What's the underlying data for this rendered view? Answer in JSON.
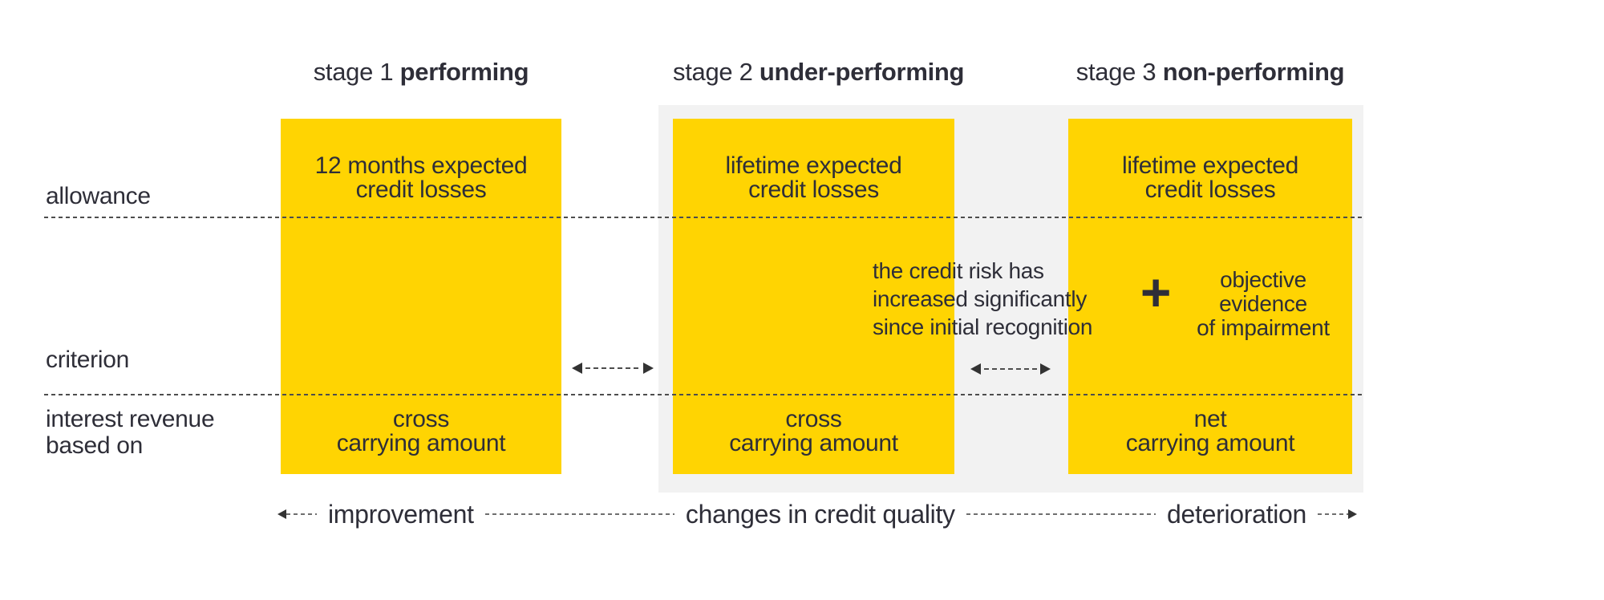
{
  "colors": {
    "yellow": "#FFD402",
    "band": "#F2F2F2",
    "ink": "#2E2E38",
    "dash": "#4D4D4D",
    "dash_light": "#6E6E6E",
    "arrow": "#333333"
  },
  "stages": [
    {
      "stage_label": "stage 1",
      "status": "performing",
      "allowance": "12 months expected\ncredit losses",
      "interest_base": "cross\ncarrying amount"
    },
    {
      "stage_label": "stage 2",
      "status": "under-performing",
      "allowance": "lifetime expected\ncredit losses",
      "interest_base": "cross\ncarrying amount"
    },
    {
      "stage_label": "stage 3",
      "status": "non-performing",
      "allowance": "lifetime expected\ncredit losses",
      "interest_base": "net\ncarrying amount"
    }
  ],
  "row_labels": {
    "allowance": "allowance",
    "criterion": "criterion",
    "interest": "interest revenue\nbased on"
  },
  "criterion_annotation": {
    "risk_text": "the credit risk has\nincreased significantly\nsince initial recognition",
    "plus": "+",
    "objective_text": "objective\nevidence\nof impairment"
  },
  "bottom_axis": {
    "left_label": "improvement",
    "center_label": "changes in credit quality",
    "right_label": "deterioration"
  }
}
